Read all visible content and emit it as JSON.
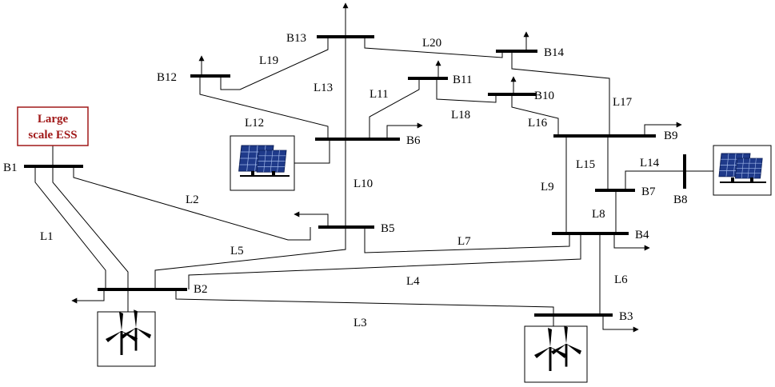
{
  "ess": {
    "line1": "Large",
    "line2": "scale ESS",
    "border_color": "#a01818"
  },
  "buses": {
    "B1": "B1",
    "B2": "B2",
    "B3": "B3",
    "B4": "B4",
    "B5": "B5",
    "B6": "B6",
    "B7": "B7",
    "B8": "B8",
    "B9": "B9",
    "B10": "B10",
    "B11": "B11",
    "B12": "B12",
    "B13": "B13",
    "B14": "B14"
  },
  "lines": {
    "L1": "L1",
    "L2": "L2",
    "L3": "L3",
    "L4": "L4",
    "L5": "L5",
    "L6": "L6",
    "L7": "L7",
    "L8": "L8",
    "L9": "L9",
    "L10": "L10",
    "L11": "L11",
    "L12": "L12",
    "L13": "L13",
    "L14": "L14",
    "L15": "L15",
    "L16": "L16",
    "L17": "L17",
    "L18": "L18",
    "L19": "L19",
    "L20": "L20"
  },
  "icons": [
    "wind-turbine-icon",
    "solar-panel-icon",
    "load-arrow-icon"
  ],
  "colors": {
    "solar_panel": "#1f3a8a",
    "ess_label": "#a01818"
  }
}
